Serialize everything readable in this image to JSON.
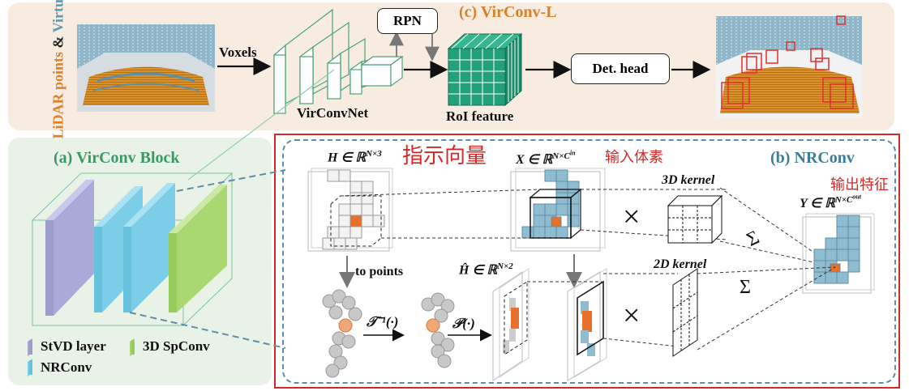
{
  "top": {
    "side_title": {
      "part1": "LiDAR points",
      "amp": " & ",
      "part2": "Virtual points"
    },
    "voxels_label": "Voxels",
    "virconvnet_label": "VirConvNet",
    "rpn_label": "RPN",
    "roi_label": "RoI feature",
    "det_head_label": "Det. head",
    "title": "(c) VirConv-L"
  },
  "block": {
    "title": "(a) VirConv Block",
    "legend": {
      "stvd": "StVD layer",
      "spconv": "3D SpConv",
      "nrconv": "NRConv"
    }
  },
  "nrconv": {
    "title": "(b) NRConv",
    "h_label": "H ∈ ℝ",
    "h_sup": "N×3",
    "indicator_cn": "指示向量",
    "x_label": "X ∈ ℝ",
    "x_sup": "N×C",
    "x_sup2": "in",
    "input_voxel_cn": "输入体素",
    "kernel3d": "3D kernel",
    "kernel2d": "2D kernel",
    "output_cn": "输出特征",
    "y_label": "Y ∈ ℝ",
    "y_sup": "N×C",
    "y_sup2": "out",
    "to_points": "to points",
    "hhat_label": "Ĥ ∈ ℝ",
    "hhat_sup": "N×2",
    "tinv": "𝒯⁻¹(·)",
    "proj": "𝒫(·)",
    "times": "×",
    "sum": "Σ"
  },
  "colors": {
    "orange": "#e8702a",
    "blue": "#7fb4cc",
    "green": "#2aa37a",
    "red": "#d62828",
    "purple": "#a7a8d6",
    "lime": "#a8d86f",
    "lightblue": "#7ecfe6"
  }
}
